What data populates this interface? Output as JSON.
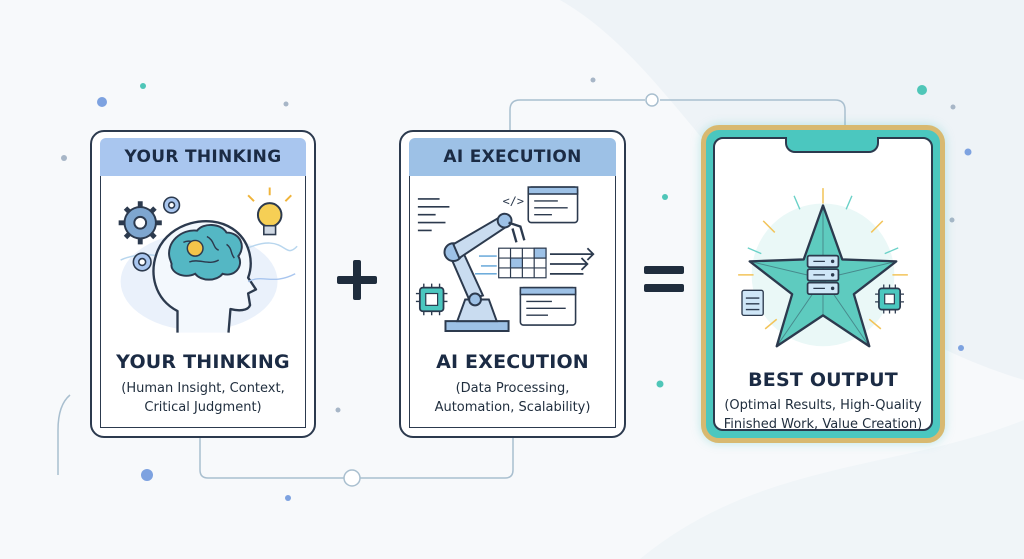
{
  "colors": {
    "header_thinking": "#a9c6ef",
    "header_ai": "#9dc1e6",
    "best_frame_teal": "#4bc7bf",
    "best_frame_gold": "#d8b970",
    "outline": "#2c3a4e"
  },
  "cards": {
    "thinking": {
      "header": "YOUR THINKING",
      "title": "YOUR THINKING",
      "desc_line1": "(Human Insight, Context,",
      "desc_line2": "Critical Judgment)",
      "icons": [
        "head-brain-icon",
        "gear-icon",
        "lightbulb-icon"
      ]
    },
    "ai": {
      "header": "AI EXECUTION",
      "title": "AI EXECUTION",
      "desc_line1": "(Data Processing,",
      "desc_line2": "Automation, Scalability)",
      "icons": [
        "robot-arm-icon",
        "code-window-icon",
        "chip-icon",
        "data-grid-icon"
      ]
    },
    "best": {
      "title": "BEST OUTPUT",
      "desc_line1": "(Optimal Results, High-Quality",
      "desc_line2": "Finished Work, Value Creation)",
      "icons": [
        "star-icon",
        "server-icon",
        "chip-icon"
      ]
    }
  },
  "operators": {
    "plus": "plus-icon",
    "equals": "equals-icon"
  }
}
